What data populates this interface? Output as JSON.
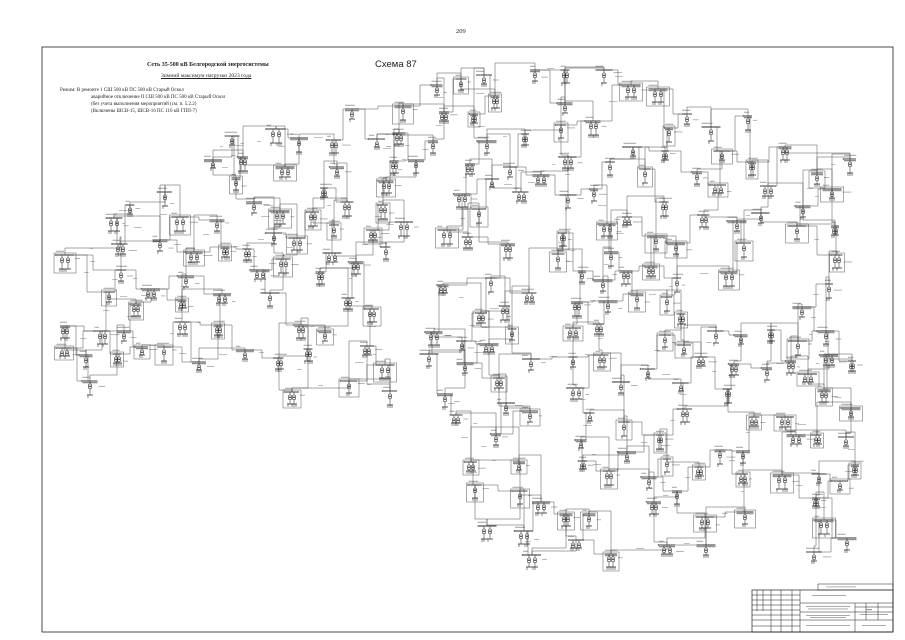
{
  "page": {
    "number": "209"
  },
  "header": {
    "title": "Сеть 35-500 кВ Белгородской энергосистемы",
    "subtitle": "Зимний максимум нагрузки 2023 года",
    "scheme_label": "Схема 87"
  },
  "mode": {
    "lines": [
      "Режим: В ремонте 1 СШ 500 кВ ПС 500 кВ Старый Оскол",
      "аварийное отключение II СШ 500 кВ ПС 500 кВ Старый Оскол",
      "(без учета выполнения мероприятий (см. п. 5.2.2)",
      "(Включены ШСВ-15, ШСВ-16 ПС 110 кВ ГПП-7)"
    ]
  },
  "colors": {
    "ink": "#2e2e2e",
    "frame": "#1f1f1f",
    "paper": "#ffffff"
  }
}
